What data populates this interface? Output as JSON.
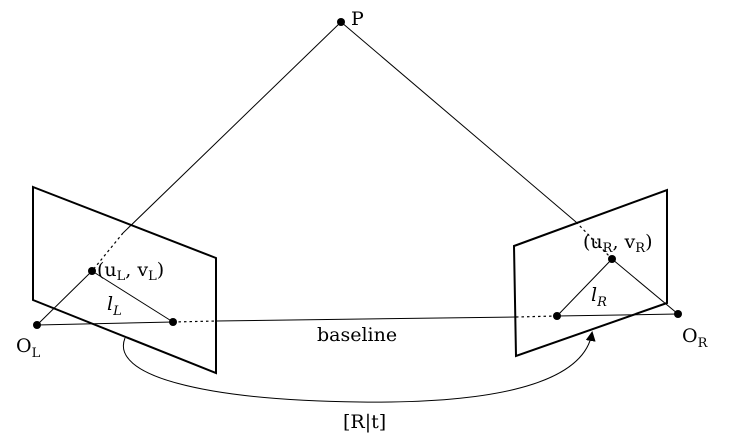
{
  "labels": {
    "point_P": "P",
    "left_center": {
      "base": "O",
      "sub": "L"
    },
    "right_center": {
      "base": "O",
      "sub": "R"
    },
    "left_image_point": {
      "open": "(u",
      "sub1": "L",
      "mid": ", v",
      "sub2": "L",
      "close": ")"
    },
    "right_image_point": {
      "open": "(u",
      "sub1": "R",
      "mid": ", v",
      "sub2": "R",
      "close": ")"
    },
    "left_epipolar_line": {
      "base": "l",
      "sub": "L"
    },
    "right_epipolar_line": {
      "base": "l",
      "sub": "R"
    },
    "baseline": "baseline",
    "transform": "[R|t]"
  }
}
